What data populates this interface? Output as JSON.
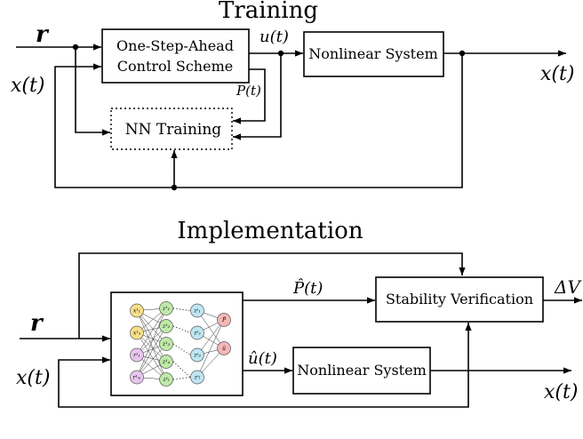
{
  "training": {
    "title": "Training",
    "input_r": "r",
    "feedback_x": "x(t)",
    "control_scheme_line1": "One-Step-Ahead",
    "control_scheme_line2": "Control Scheme",
    "u_label": "u(t)",
    "p_label": "P(t)",
    "nonlinear_system": "Nonlinear System",
    "nn_training": "NN Training",
    "output_x": "x(t)"
  },
  "implementation": {
    "title": "Implementation",
    "input_r": "r",
    "feedback_x": "x(t)",
    "p_hat_label": "P̂(t)",
    "u_hat_label": "û(t)",
    "stability_verification": "Stability Verification",
    "delta_v": "ΔV",
    "nonlinear_system": "Nonlinear System",
    "output_x": "x(t)"
  },
  "network": {
    "input_labels": [
      "x¹₁",
      "x¹ₙ",
      "r¹₁",
      "r¹ₘ"
    ],
    "hidden1_labels": [
      "z¹₁",
      "z¹₂",
      "z¹₃",
      "z¹₄",
      "z¹ₗ"
    ],
    "hidden2_labels": [
      "zˢ₁",
      "zˢ₂",
      "zˢ₃",
      "zˢₗ"
    ],
    "output_labels": [
      "P̂",
      "û"
    ],
    "colors": {
      "input": "#f6e08a",
      "input_alt": "#e7c6ef",
      "hidden1": "#bfe9a6",
      "hidden2": "#bfe6f2",
      "output": "#f4b6b6"
    }
  }
}
